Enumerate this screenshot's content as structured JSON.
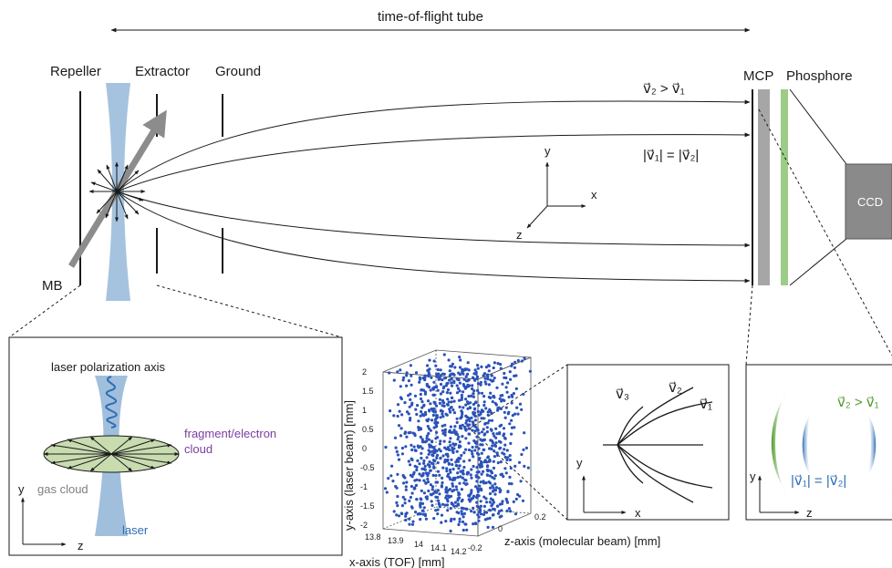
{
  "labels": {
    "tof_tube": "time-of-flight tube",
    "repeller": "Repeller",
    "extractor": "Extractor",
    "ground": "Ground",
    "mcp": "MCP",
    "phosphore": "Phosphore",
    "ccd": "CCD",
    "mb": "MB",
    "axis_y": "y",
    "axis_x": "x",
    "axis_z": "z",
    "v_greater": "v⃗₂ > v⃗₁",
    "v_equal": "|v⃗₁| = |v⃗₂|"
  },
  "panel_left": {
    "polarization": "laser polarization axis",
    "fragment_1": "fragment/electron",
    "fragment_2": "cloud",
    "gas_cloud": "gas cloud",
    "laser": "laser",
    "axis_y": "y",
    "axis_z": "z"
  },
  "panel_scatter": {
    "ylabel": "y-axis (laser beam) [mm]",
    "xlabel": "x-axis (TOF) [mm]",
    "zlabel": "z-axis (molecular beam) [mm]",
    "y_ticks": [
      "2",
      "1.5",
      "1",
      "0.5",
      "0",
      "-0.5",
      "-1",
      "-1.5",
      "-2"
    ],
    "x_ticks": [
      "13.8",
      "13.9",
      "14",
      "14.1",
      "14.2"
    ],
    "z_ticks": [
      "0.2",
      "0",
      "-0.2"
    ],
    "point_color": "#2b52b8"
  },
  "panel_curves": {
    "v3": "v⃗₃",
    "v2": "v⃗₂",
    "v1": "v⃗₁",
    "axis_y": "y",
    "axis_x": "x"
  },
  "panel_rings": {
    "v_greater": "v⃗₂ > v⃗₁",
    "v_equal": "|v⃗₁| = |v⃗₂|",
    "axis_y": "y",
    "axis_z": "z",
    "green": "#4e9a2a",
    "blue": "#2f6db5"
  },
  "colors": {
    "laser": "#8fb4d6",
    "mcp": "#a6a6a6",
    "phosphor": "#9ccc86",
    "ccd": "#8a8a8a",
    "beam": "#8c8c8c",
    "cloud": "#c8dcb0"
  }
}
